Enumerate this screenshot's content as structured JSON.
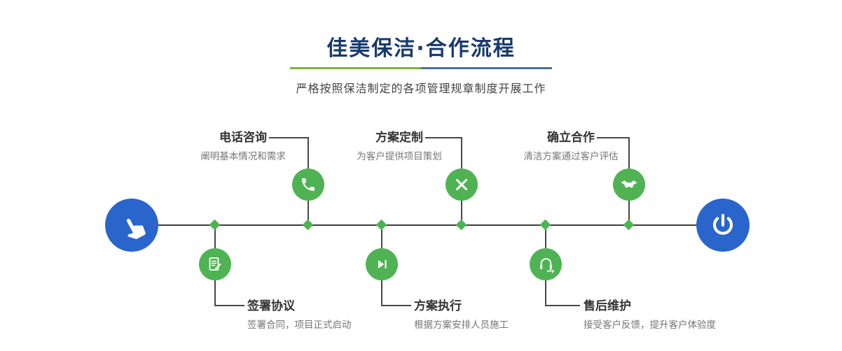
{
  "header": {
    "title": "佳美保洁·合作流程",
    "subtitle": "严格按照保洁制定的各项管理规章制度开展工作"
  },
  "timeline": {
    "start": {
      "icon": "hand-pointer-icon"
    },
    "end": {
      "icon": "power-icon"
    },
    "steps_top": [
      {
        "title": "电话咨询",
        "desc": "阐明基本情况和需求",
        "icon": "phone-icon"
      },
      {
        "title": "方案定制",
        "desc": "为客户提供项目策划",
        "icon": "design-tools-icon"
      },
      {
        "title": "确立合作",
        "desc": "清洁方案通过客户评估",
        "icon": "handshake-icon"
      }
    ],
    "steps_bottom": [
      {
        "title": "签署协议",
        "desc": "签署合同，项目正式启动",
        "icon": "document-sign-icon"
      },
      {
        "title": "方案执行",
        "desc": "根据方案安排人员施工",
        "icon": "play-next-icon"
      },
      {
        "title": "售后维护",
        "desc": "接受客户反馈，提升客户体验度",
        "icon": "customer-service-icon"
      }
    ]
  },
  "colors": {
    "title": "#173a6d",
    "green": "#4fb353",
    "blue": "#2a65cc",
    "line": "#404040",
    "divider_left": "#7db33c",
    "divider_right": "#50708d"
  }
}
